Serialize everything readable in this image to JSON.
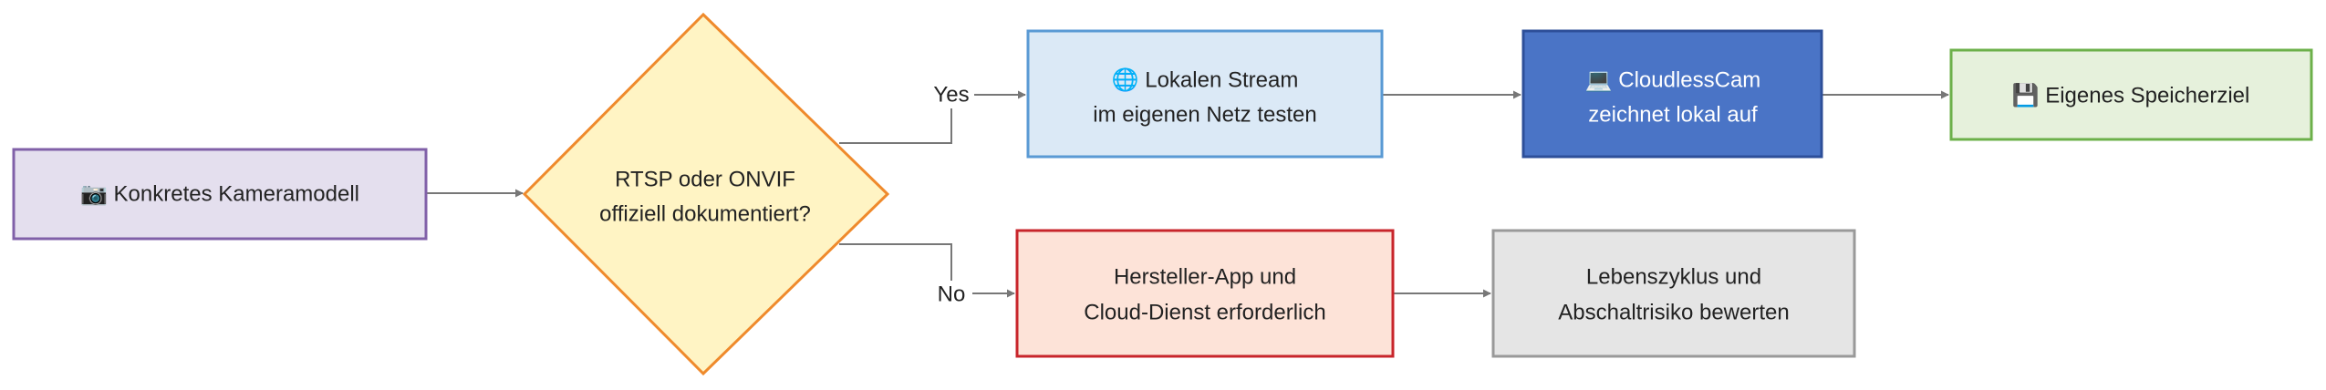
{
  "nodes": {
    "camera_model": {
      "icon": "camera-icon",
      "lines": [
        "📷 Konkretes Kameramodell"
      ],
      "fill": "#e4dfee",
      "stroke": "#8060a8"
    },
    "decision": {
      "lines": [
        "RTSP oder ONVIF",
        "offiziell dokumentiert?"
      ],
      "fill": "#fff4c4",
      "stroke": "#ef8a2c"
    },
    "local_stream": {
      "icon": "globe-icon",
      "lines": [
        "🌐 Lokalen Stream",
        "im eigenen Netz testen"
      ],
      "fill": "#dbe9f6",
      "stroke": "#5a9ad4"
    },
    "cloudlesscam": {
      "icon": "computer-icon",
      "lines": [
        "💻 CloudlessCam",
        "zeichnet lokal auf"
      ],
      "fill": "#4a74c6",
      "stroke": "#2d4f99",
      "text_color": "#ffffff"
    },
    "storage": {
      "icon": "floppy-disk-icon",
      "lines": [
        "💾 Eigenes Speicherziel"
      ],
      "fill": "#e6f1dc",
      "stroke": "#6cb04a"
    },
    "vendor_app": {
      "lines": [
        "Hersteller-App und",
        "Cloud-Dienst erforderlich"
      ],
      "fill": "#fde3d8",
      "stroke": "#c8252b"
    },
    "lifecycle": {
      "lines": [
        "Lebenszyklus und",
        "Abschaltrisiko bewerten"
      ],
      "fill": "#e5e5e5",
      "stroke": "#999999"
    }
  },
  "edge_labels": {
    "yes": "Yes",
    "no": "No"
  },
  "colors": {
    "edge": "#777777",
    "text": "#222222"
  }
}
